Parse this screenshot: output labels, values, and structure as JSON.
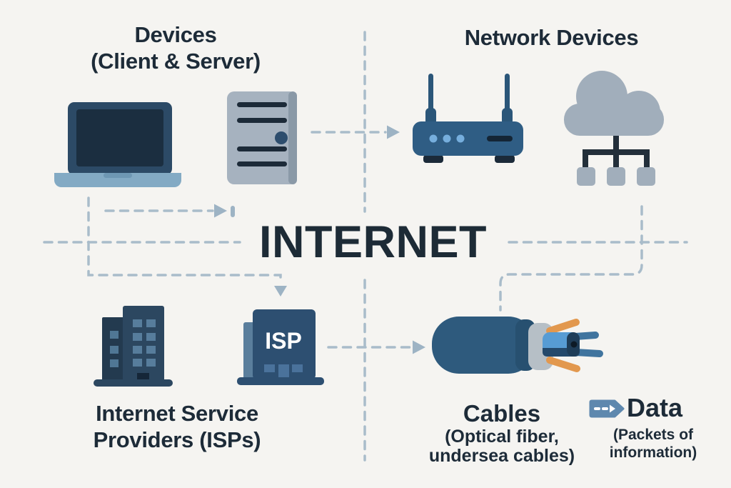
{
  "title": "INTERNET",
  "palette": {
    "background": "#f5f4f1",
    "ink": "#1d2b38",
    "connector_dash": "#a9bcca",
    "arrowhead": "#9db3c4",
    "navy_dark": "#1b2e40",
    "navy_mid": "#2c4a66",
    "steel_blue": "#83aac4",
    "server_gray": "#a6b2bf",
    "router_blue": "#2f5d84",
    "cloud_gray": "#a1aebb",
    "building_navy": "#2c4760",
    "isp_navy": "#2d4f71",
    "cable_blue": "#2e5a7d",
    "cable_sheath_gray": "#b6bfc6",
    "fiber_light_blue": "#579cd4",
    "strand_orange": "#e2984e",
    "strand_blue": "#40749e",
    "data_tag_blue": "#5e88ae"
  },
  "devices_section": {
    "title_line1": "Devices",
    "title_line2": "(Client & Server)"
  },
  "network_devices_section": {
    "title": "Network Devices"
  },
  "isp_section": {
    "building_sign": "ISP",
    "label_line1": "Internet Service",
    "label_line2": "Providers (ISPs)"
  },
  "cables_section": {
    "label_line1": "Cables",
    "label_line2": "(Optical fiber,",
    "label_line3": "undersea cables)"
  },
  "data_legend": {
    "label": "Data",
    "sub_line1": "(Packets of",
    "sub_line2": "information)"
  },
  "icons": {
    "laptop": "laptop-icon",
    "server": "server-tower-icon",
    "router": "wifi-router-icon",
    "cloud_network": "cloud-network-icon",
    "office_building": "office-building-icon",
    "isp_building": "isp-building-icon",
    "fiber_cable": "fiber-optic-cable-icon",
    "data_packet": "data-packet-tag-icon"
  }
}
